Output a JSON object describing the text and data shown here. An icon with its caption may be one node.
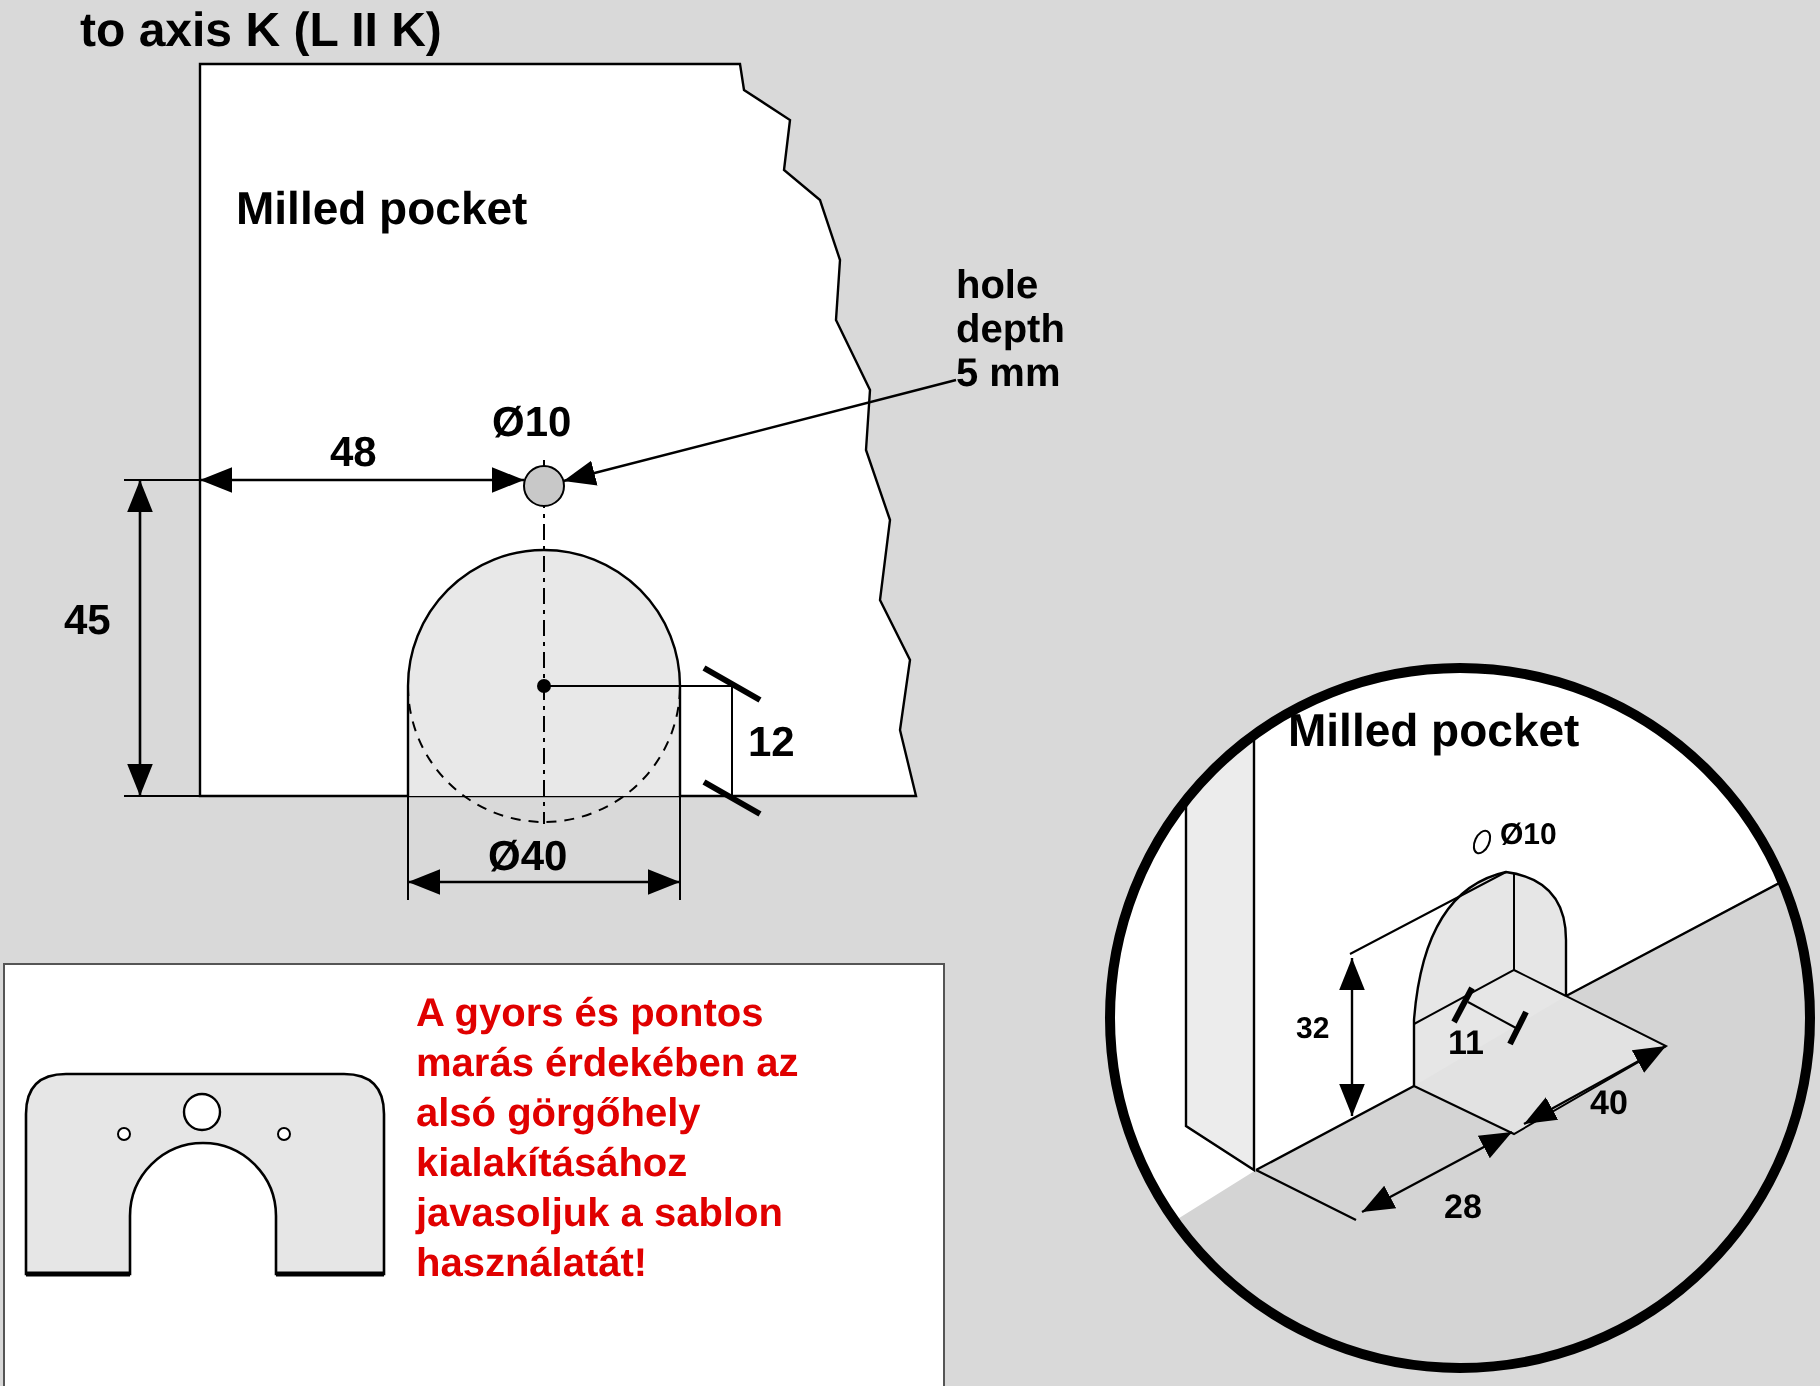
{
  "diagram": {
    "nodes": [
      {
        "text": [
          "hole depth 5 mm"
        ]
      },
      {
        "text": [],
        "shape": "circle"
      }
    ],
    "edges": [
      {
        "from": 0,
        "to": 1,
        "arrow": "to"
      }
    ],
    "labels": [
      "to axis K (L II K)",
      "Milled pocket",
      "Ø10",
      "48",
      "45",
      "12",
      "Ø40",
      "Milled pocket",
      "Ø10",
      "32",
      "11",
      "40",
      "28",
      "A gyors és pontos marás érdekében az alsó görgőhely kialakításához javasoljuk a sablon használatát!"
    ]
  }
}
